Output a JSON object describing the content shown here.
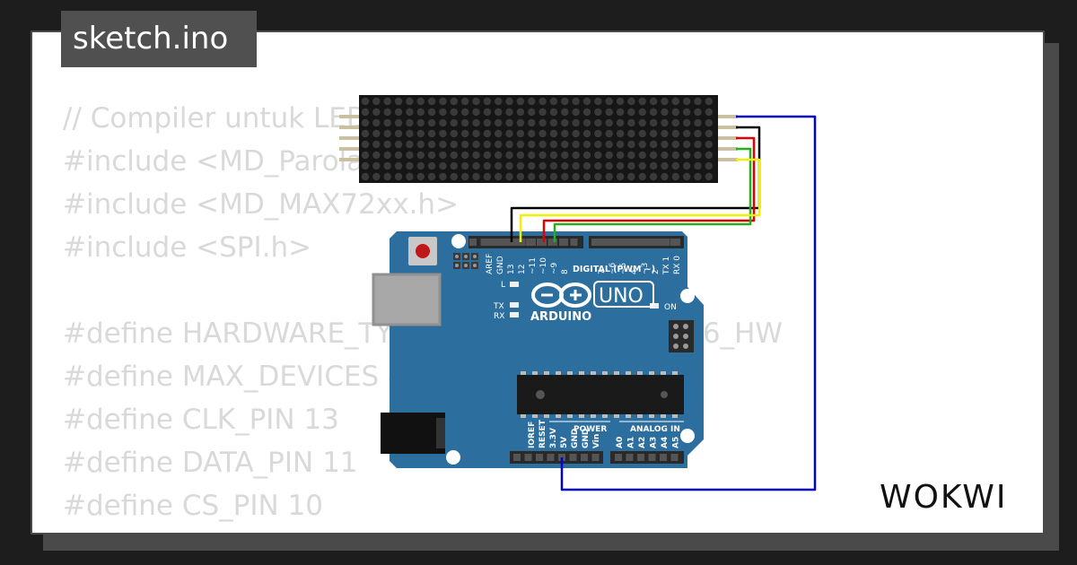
{
  "sketch": {
    "filename": "sketch.ino"
  },
  "code_lines": [
    "// Compiler untuk LED Matrix",
    "#include <MD_Parola.h>",
    "#include <MD_MAX72xx.h>",
    "#include <SPI.h>",
    "",
    "#define HARDWARE_TYPE MD_MAX72XX::FC16_HW",
    "#define MAX_DEVICES 4",
    "#define CLK_PIN 13",
    "#define DATA_PIN 11",
    "#define CS_PIN 10"
  ],
  "arduino": {
    "board_name": "UNO",
    "brand": "ARDUINO",
    "digital_header": "DIGITAL (PWM ~)",
    "power_header": "POWER",
    "analog_header": "ANALOG IN",
    "on_label": "ON",
    "led_labels": [
      "L",
      "TX",
      "RX"
    ],
    "top_pins": [
      "AREF",
      "GND",
      "13",
      "12",
      "~11",
      "~10",
      "~9",
      "8",
      "7",
      "~6",
      "~5",
      "4",
      "~3",
      "2",
      "TX 1",
      "RX 0"
    ],
    "bottom_pins": [
      "IOREF",
      "RESET",
      "3.3V",
      "5V",
      "GND",
      "GND",
      "Vin",
      "A0",
      "A1",
      "A2",
      "A3",
      "A4",
      "A5"
    ]
  },
  "wires": [
    {
      "name": "vcc",
      "color": "#0000d0"
    },
    {
      "name": "gnd",
      "color": "#000000"
    },
    {
      "name": "din",
      "color": "#e00000"
    },
    {
      "name": "cs",
      "color": "#20b020"
    },
    {
      "name": "clk",
      "color": "#f0f000"
    }
  ],
  "colors": {
    "board": "#2c6e9e",
    "matrix": "#161616",
    "led_off": "#3a3a3a"
  },
  "logo": {
    "text": "WOKWI"
  }
}
